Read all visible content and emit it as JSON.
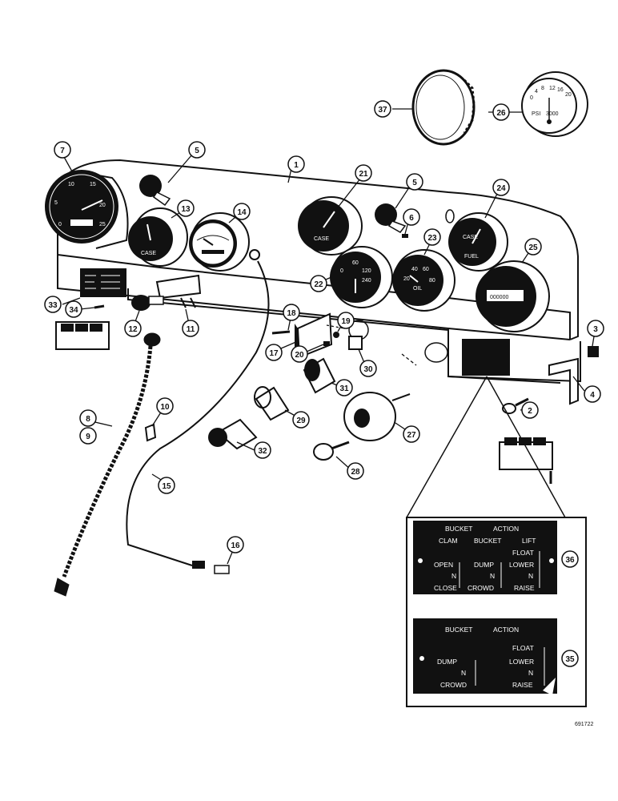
{
  "callouts": [
    "1",
    "2",
    "3",
    "4",
    "5",
    "6",
    "7",
    "8",
    "9",
    "10",
    "11",
    "12",
    "13",
    "14",
    "15",
    "16",
    "17",
    "18",
    "19",
    "20",
    "21",
    "22",
    "23",
    "24",
    "25",
    "26",
    "27",
    "28",
    "29",
    "30",
    "31",
    "32",
    "33",
    "34",
    "35",
    "36",
    "37"
  ],
  "gauge_text": {
    "tach_numbers": [
      "0",
      "5",
      "10",
      "15",
      "20",
      "25"
    ],
    "temp_brand": "CASE",
    "oil_brand": "CASE",
    "oil_scale": [
      "0",
      "60",
      "120",
      "240"
    ],
    "pressure_scale": [
      "20",
      "40",
      "60",
      "80"
    ],
    "pressure_label": "OIL",
    "fuel_label": "FUEL",
    "fuel_brand": "CASE",
    "hourmeter_digits": "000000",
    "replacement_gauge_label": "PSI",
    "replacement_gauge_value": "3000",
    "replacement_gauge_scale": [
      "0",
      "4",
      "8",
      "12",
      "16",
      "20"
    ]
  },
  "plate_36": {
    "heading": [
      "BUCKET",
      "ACTION"
    ],
    "subheads": [
      "CLAM",
      "BUCKET",
      "LIFT"
    ],
    "col1": [
      "OPEN",
      "N",
      "CLOSE"
    ],
    "col2": [
      "DUMP",
      "N",
      "CROWD"
    ],
    "col3": [
      "FLOAT",
      "LOWER",
      "N",
      "RAISE"
    ]
  },
  "plate_35": {
    "heading": [
      "BUCKET",
      "ACTION"
    ],
    "col1": [
      "DUMP",
      "N",
      "CROWD"
    ],
    "col2": [
      "FLOAT",
      "LOWER",
      "N",
      "RAISE"
    ]
  },
  "figure_ref": "691722"
}
